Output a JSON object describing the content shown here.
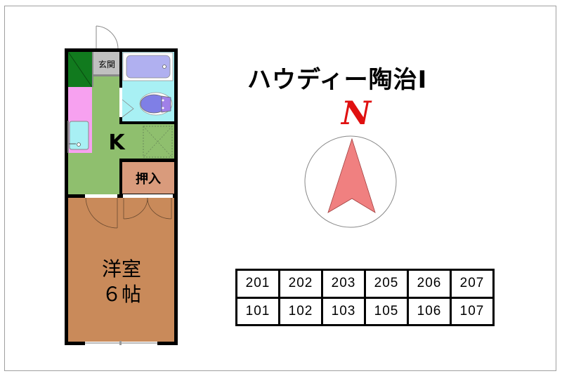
{
  "building": {
    "title": "ハウディー陶治Ⅰ"
  },
  "floor_plan": {
    "rooms": {
      "entrance": "玄関",
      "kitchen": "K",
      "closet": "押入",
      "western_room_line1": "洋室",
      "western_room_line2": "６帖"
    },
    "colors": {
      "wall": "#000000",
      "kitchen": "#8fbf6e",
      "entrance": "#c0c0c0",
      "bath": "#a8f0f4",
      "bathtub": "#b0b0f0",
      "toilet": "#7f7fe6",
      "shoe_box": "#117a1e",
      "counter": "#f7a1f0",
      "closet": "#d99b7c",
      "western_room": "#c98a5a"
    }
  },
  "compass": {
    "label": "N",
    "label_color": "#e01010",
    "arrow_color": "#f08080",
    "circle_color": "#888888"
  },
  "units": {
    "rows": [
      [
        "201",
        "202",
        "203",
        "205",
        "206",
        "207"
      ],
      [
        "101",
        "102",
        "103",
        "105",
        "106",
        "107"
      ]
    ]
  }
}
